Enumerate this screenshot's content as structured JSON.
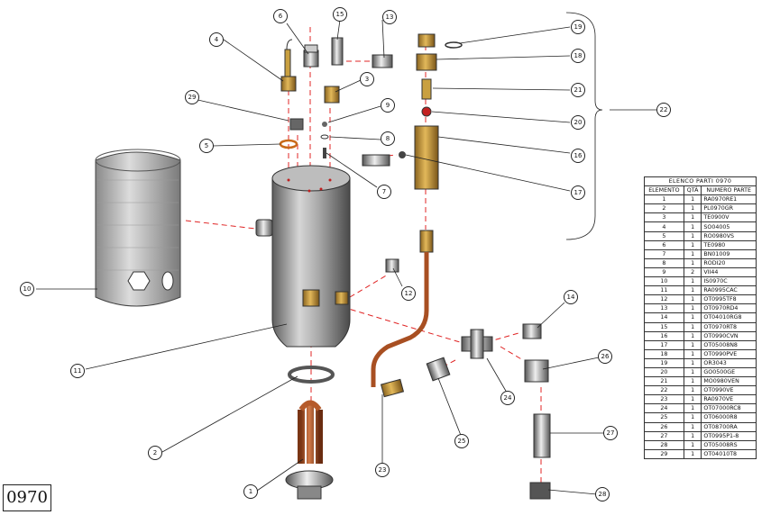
{
  "drawing": {
    "model_code": "0970",
    "callouts": [
      "1",
      "2",
      "3",
      "4",
      "5",
      "6",
      "7",
      "8",
      "9",
      "10",
      "11",
      "12",
      "13",
      "14",
      "15",
      "16",
      "17",
      "18",
      "19",
      "20",
      "21",
      "22",
      "23",
      "24",
      "25",
      "26",
      "27",
      "28",
      "29"
    ]
  },
  "parts_list": {
    "title": "ELENCO PARTI 0970",
    "headers": [
      "ELEMENTO",
      "QTÀ",
      "NUMERO PARTE"
    ],
    "rows": [
      [
        "1",
        "1",
        "RA0970RE1"
      ],
      [
        "2",
        "1",
        "PL0970GR"
      ],
      [
        "3",
        "1",
        "TE0900V"
      ],
      [
        "4",
        "1",
        "SO04005"
      ],
      [
        "5",
        "1",
        "RO0980VS"
      ],
      [
        "6",
        "1",
        "TE0980"
      ],
      [
        "7",
        "1",
        "BN01009"
      ],
      [
        "8",
        "1",
        "RODI20"
      ],
      [
        "9",
        "2",
        "VII44"
      ],
      [
        "10",
        "1",
        "IS0970C"
      ],
      [
        "11",
        "1",
        "RA0995CAC"
      ],
      [
        "12",
        "1",
        "OT0995TF8"
      ],
      [
        "13",
        "1",
        "OT0970RD4"
      ],
      [
        "14",
        "1",
        "OT04010RG8"
      ],
      [
        "15",
        "1",
        "OT0970RT8"
      ],
      [
        "16",
        "1",
        "OT0990CVN"
      ],
      [
        "17",
        "1",
        "OT05008N8"
      ],
      [
        "18",
        "1",
        "OT0990PVE"
      ],
      [
        "19",
        "1",
        "OR3043"
      ],
      [
        "20",
        "1",
        "GO0500GE"
      ],
      [
        "21",
        "1",
        "MO0980VEN"
      ],
      [
        "22",
        "1",
        "OT0990VE"
      ],
      [
        "23",
        "1",
        "RA0970VE"
      ],
      [
        "24",
        "1",
        "OT07000RC8"
      ],
      [
        "25",
        "1",
        "OT06000R8"
      ],
      [
        "26",
        "1",
        "OT08700RA"
      ],
      [
        "27",
        "1",
        "OT0995P1-8"
      ],
      [
        "28",
        "1",
        "OT05008RS"
      ],
      [
        "29",
        "1",
        "OT04010T8"
      ]
    ]
  }
}
